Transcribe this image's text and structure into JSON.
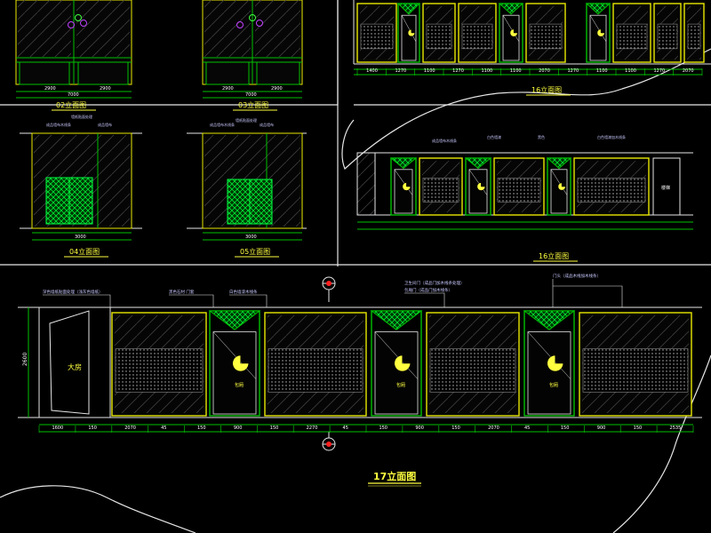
{
  "palette": {
    "background": "#000000",
    "frame": "#e6e6e6",
    "outline": "#e8e800",
    "wall": "#00c000",
    "panel_fill": "#2a2a2a",
    "accent_red": "#ff2020",
    "dim_text": "#ffffff",
    "note_text": "#c8c8ff",
    "title": "#ffff40",
    "cyan": "#00d0d0"
  },
  "views": {
    "v02": {
      "title": "02立面图",
      "dims": [
        "2900",
        "2900"
      ],
      "total": "7000"
    },
    "v03": {
      "title": "03立面图",
      "dims": [
        "2900",
        "2900"
      ],
      "total": "7000"
    },
    "v04": {
      "title": "04立面图",
      "total": "3000",
      "notes": [
        "墙纸贴面处理",
        "成品墙布木线条",
        "成品墙布"
      ]
    },
    "v05": {
      "title": "05立面图",
      "total": "3000",
      "notes": [
        "墙纸贴面处理",
        "成品墙布木线条",
        "成品墙布"
      ]
    },
    "v16a": {
      "title": "16立面图",
      "dims": [
        "1400",
        "1270",
        "1100",
        "1270",
        "1100",
        "1100",
        "2070",
        "1270",
        "1100",
        "1100",
        "1270",
        "2070"
      ]
    },
    "v16b": {
      "title": "16立面图",
      "room_label": "楼梯",
      "notes": [
        "成品墙布木线条",
        "白色墙漆",
        "黑色",
        "白色墙漆加木线条"
      ]
    },
    "v17": {
      "title": "17立面图",
      "height_label": "2600",
      "room_label": "大房",
      "door_labels": [
        "包厢",
        "包厢",
        "包厢"
      ],
      "notes": [
        "深色墙纸贴面处理（浅灰色墙纸）",
        "黑色石材 门套",
        "白色墙漆木线条",
        "卫生间门（成品门加木线条处理）",
        "包厢门（成品门加木线条）",
        "门头（成品木线加木线条）"
      ],
      "dims": [
        "1600",
        "150",
        "2070",
        "45",
        "150",
        "900",
        "150",
        "2270",
        "45",
        "150",
        "900",
        "150",
        "2070",
        "45",
        "150",
        "900",
        "150",
        "2535"
      ]
    }
  }
}
